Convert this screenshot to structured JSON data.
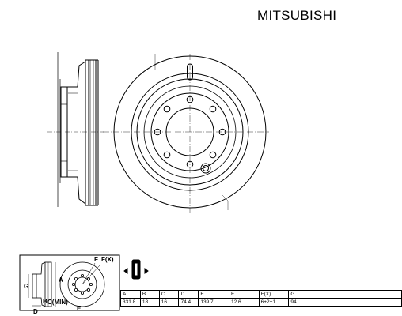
{
  "brand": "MITSUBISHI",
  "diagram_labels": {
    "A": "A",
    "B": "B",
    "C_min": "C(MIN)",
    "D": "D",
    "E": "E",
    "F": "F",
    "F_x": "F(X)",
    "G": "G"
  },
  "spec_table": {
    "headers": [
      "A",
      "B",
      "C",
      "D",
      "E",
      "F",
      "F(X)",
      "G"
    ],
    "values": [
      "331.8",
      "18",
      "16",
      "74.4",
      "139.7",
      "12.6",
      "6+2+1",
      "94"
    ]
  }
}
